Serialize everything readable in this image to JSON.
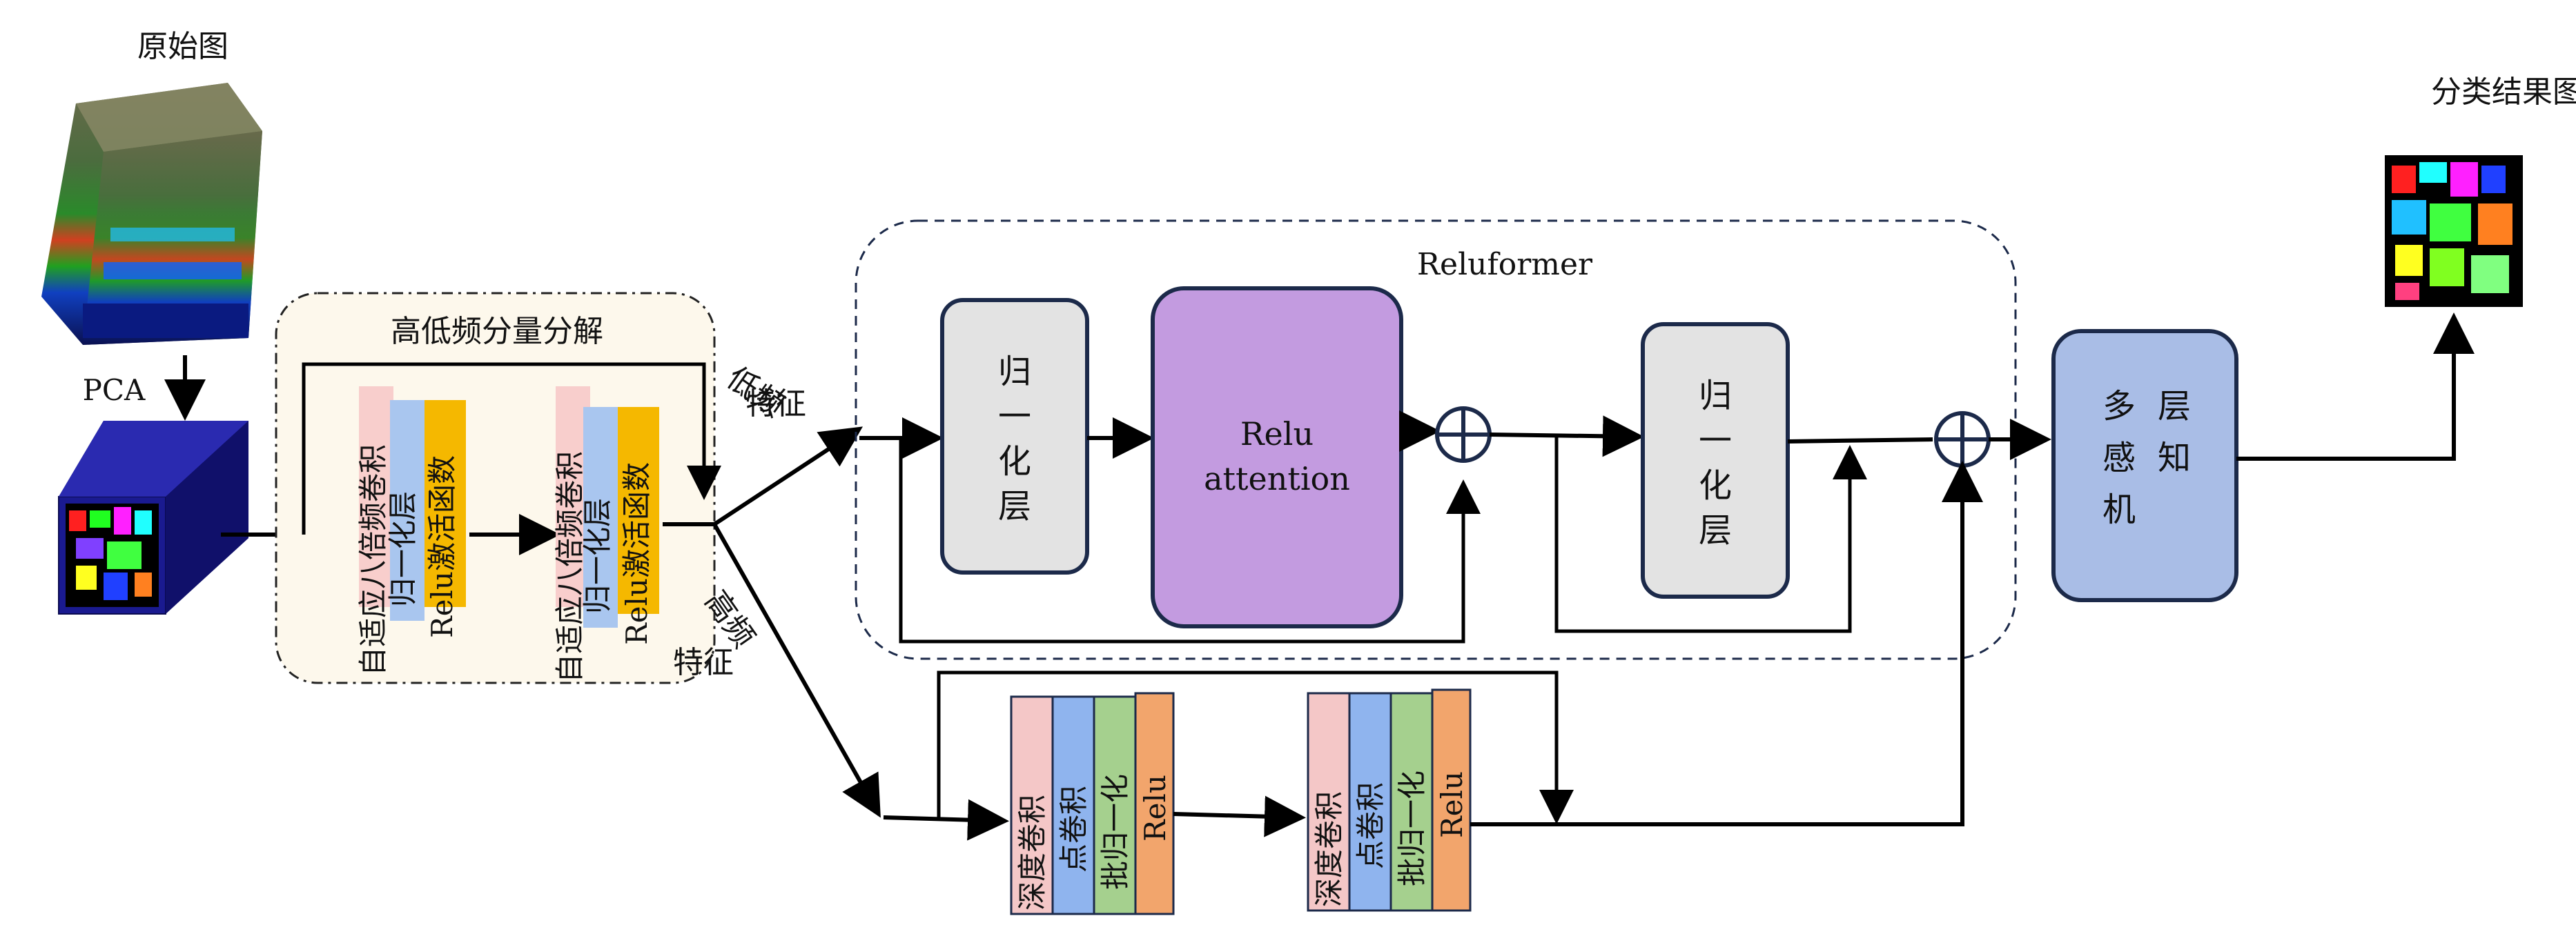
{
  "labels": {
    "original": "原始图",
    "pca": "PCA",
    "decomposition_title": "高低频分量分解",
    "conv_line1": "自适应八倍频卷积",
    "norm_layer": "归一化层",
    "relu_func": "Relu激活函数",
    "low_freq": "低频",
    "low_freq2": "特征",
    "high_freq": "高频",
    "high_freq2": "特征",
    "reluformer": "Reluformer",
    "norm_char1": "归",
    "norm_char2": "一",
    "norm_char3": "化",
    "norm_char4": "层",
    "relu_attention_1": "Relu",
    "relu_attention_2": "attention",
    "mlp_c1": "多",
    "mlp_c2": "层",
    "mlp_c3": "感",
    "mlp_c4": "知",
    "mlp_c5": "机",
    "depth_conv": "深度卷积",
    "point_conv": "点卷积",
    "batch_norm": "批归一化",
    "relu": "Relu",
    "result": "分类结果图"
  },
  "colors": {
    "conv": "#f7c9c9",
    "norm": "#a9c6ef",
    "relu_func": "#f5b800",
    "depth": "#f4c7c7",
    "point": "#8fb4ee",
    "batch": "#a5d08e",
    "relu_block": "#f2a56c",
    "norm_block": "#e3e3e3",
    "attention": "#c39be0",
    "mlp": "#a9bde6",
    "decomp_bg": "#fdf8ec",
    "cube_blue": "#1f1f8c"
  },
  "icons": {
    "add": "plus-circle-icon",
    "arrow": "arrow-icon"
  }
}
